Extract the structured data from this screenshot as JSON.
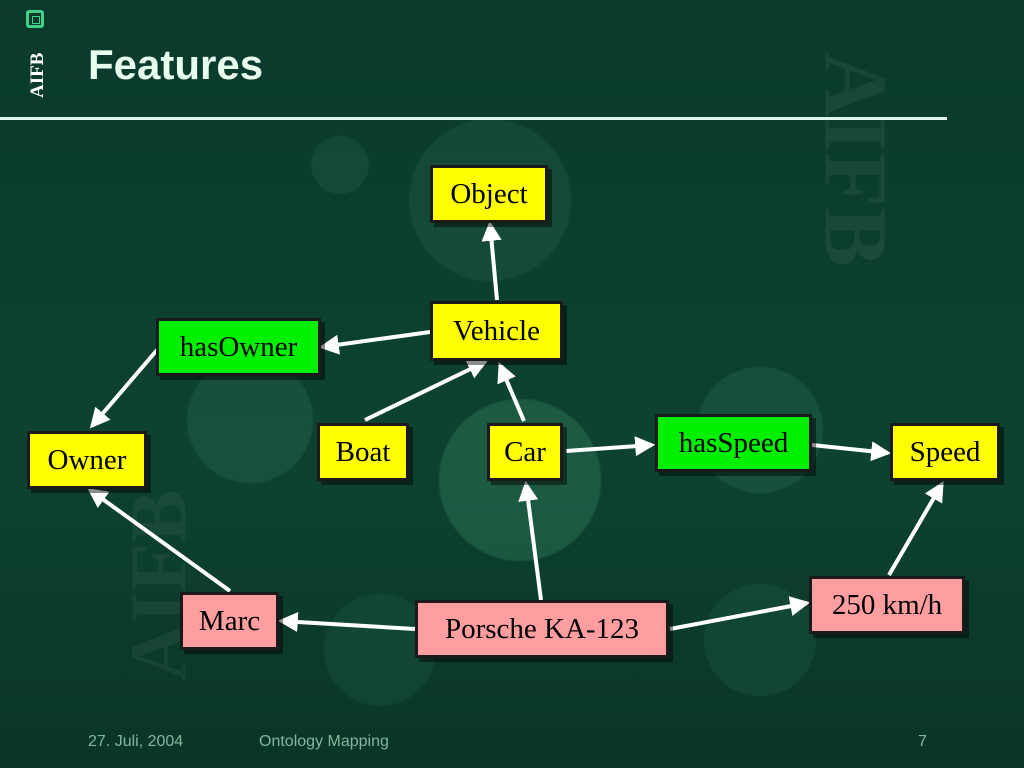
{
  "slide": {
    "title": "Features",
    "logo_text": "AIFB",
    "footer": {
      "date": "27. Juli, 2004",
      "topic": "Ontology Mapping",
      "page": "7"
    }
  },
  "diagram": {
    "nodes": {
      "object": {
        "label": "Object",
        "kind": "concept"
      },
      "vehicle": {
        "label": "Vehicle",
        "kind": "concept"
      },
      "has_owner": {
        "label": "hasOwner",
        "kind": "relation"
      },
      "owner": {
        "label": "Owner",
        "kind": "concept"
      },
      "boat": {
        "label": "Boat",
        "kind": "concept"
      },
      "car": {
        "label": "Car",
        "kind": "concept"
      },
      "has_speed": {
        "label": "hasSpeed",
        "kind": "relation"
      },
      "speed": {
        "label": "Speed",
        "kind": "concept"
      },
      "marc": {
        "label": "Marc",
        "kind": "instance"
      },
      "porsche": {
        "label": "Porsche KA-123",
        "kind": "instance"
      },
      "speed_value": {
        "label": "250 km/h",
        "kind": "instance"
      }
    },
    "edges": [
      [
        "vehicle",
        "object"
      ],
      [
        "vehicle",
        "has_owner"
      ],
      [
        "has_owner",
        "owner"
      ],
      [
        "boat",
        "vehicle"
      ],
      [
        "car",
        "vehicle"
      ],
      [
        "car",
        "has_speed"
      ],
      [
        "has_speed",
        "speed"
      ],
      [
        "marc",
        "owner"
      ],
      [
        "porsche",
        "car"
      ],
      [
        "porsche",
        "marc"
      ],
      [
        "porsche",
        "speed_value"
      ],
      [
        "speed_value",
        "speed"
      ]
    ],
    "colors": {
      "concept": "#ffff00",
      "relation": "#00f000",
      "instance": "#ff9ea0",
      "arrow": "#ffffff",
      "background": "#0b3a2c"
    }
  }
}
